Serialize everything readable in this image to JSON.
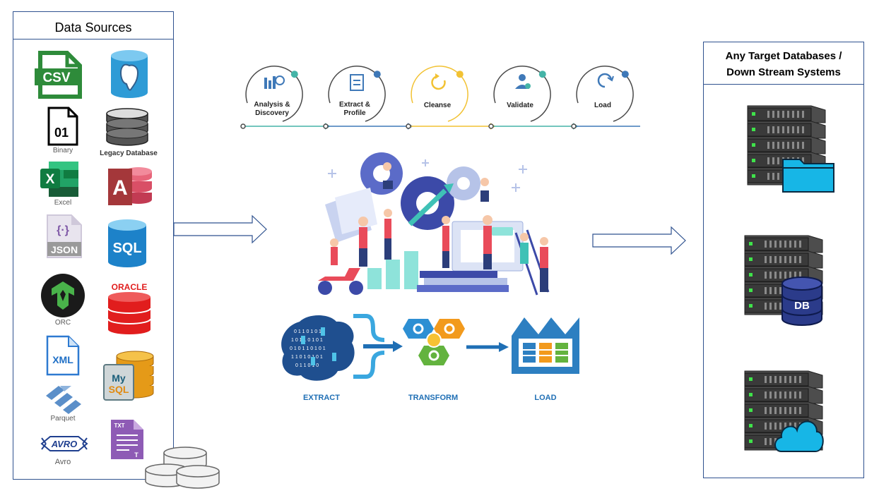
{
  "sources_panel": {
    "title": "Data Sources",
    "items": [
      {
        "icon": "csv-icon",
        "text": "CSV"
      },
      {
        "icon": "postgresql-icon",
        "text": ""
      },
      {
        "icon": "binary-file-icon",
        "text": "01",
        "label": "Binary"
      },
      {
        "icon": "legacy-database-icon",
        "label": "Legacy Database"
      },
      {
        "icon": "excel-icon",
        "text": "X",
        "label": "Excel"
      },
      {
        "icon": "access-icon",
        "text": "A"
      },
      {
        "icon": "json-icon",
        "text": "JSON"
      },
      {
        "icon": "sql-icon",
        "text": "SQL"
      },
      {
        "icon": "orc-icon",
        "label": "ORC"
      },
      {
        "icon": "oracle-icon",
        "text": "ORACLE"
      },
      {
        "icon": "xml-icon",
        "text": "XML"
      },
      {
        "icon": "mysql-icon",
        "text_top": "My",
        "text_bottom": "SQL"
      },
      {
        "icon": "parquet-icon",
        "label": "Parquet"
      },
      {
        "icon": "txt-file-icon",
        "text": "TXT",
        "text2": "T"
      },
      {
        "icon": "avro-icon",
        "text": "AVRO",
        "label": "Avro"
      }
    ]
  },
  "process_steps": [
    {
      "label": "Analysis & Discovery",
      "icon": "analysis-icon",
      "dot_color": "#45b4a7"
    },
    {
      "label": "Extract & Profile",
      "icon": "clipboard-icon",
      "dot_color": "#3f79b8"
    },
    {
      "label": "Cleanse",
      "icon": "refresh-icon",
      "dot_color": "#f2c233"
    },
    {
      "label": "Validate",
      "icon": "user-check-icon",
      "dot_color": "#45b4a7"
    },
    {
      "label": "Load",
      "icon": "sync-icon",
      "dot_color": "#3f79b8"
    }
  ],
  "etl": {
    "extract": "EXTRACT",
    "transform": "TRANSFORM",
    "load": "LOAD"
  },
  "target_panel": {
    "title_line1": "Any Target Databases /",
    "title_line2": "Down Stream Systems",
    "servers": [
      {
        "icon": "folder-icon",
        "badge": ""
      },
      {
        "icon": "database-icon",
        "badge": "DB"
      },
      {
        "icon": "cloud-icon",
        "badge": ""
      }
    ]
  },
  "colors": {
    "panel_border": "#2f528f",
    "etl_blue": "#1f6fb5",
    "teal": "#45b4a7",
    "blue": "#3f79b8",
    "yellow": "#f2c233"
  }
}
